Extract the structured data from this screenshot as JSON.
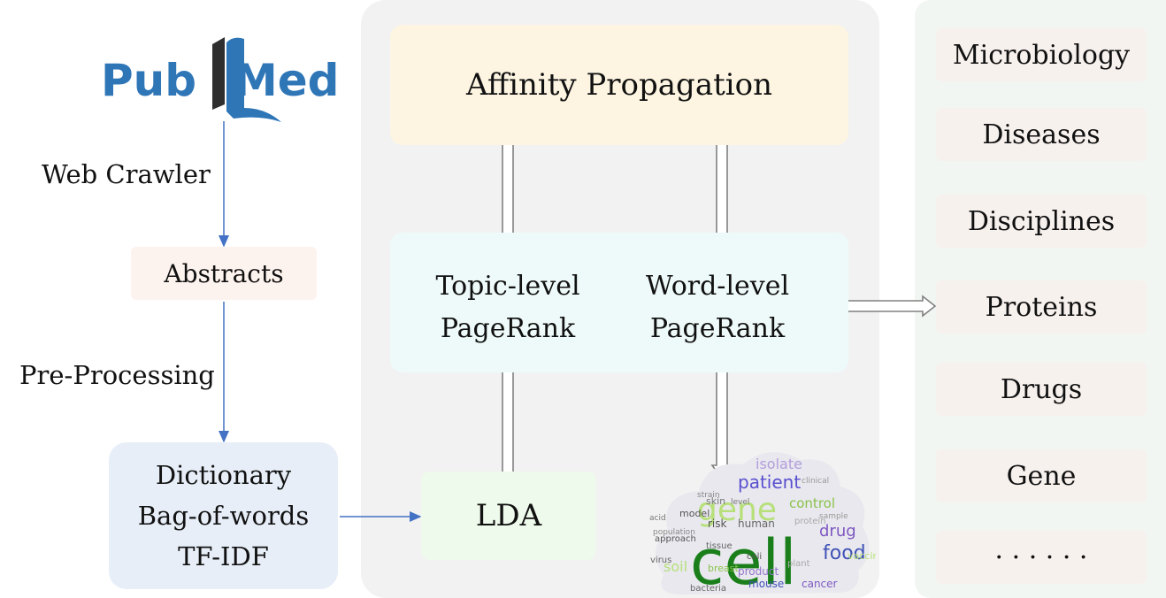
{
  "logo": {
    "text_left": "Pub",
    "text_right": "Med",
    "color": "#2f76b7"
  },
  "pipeline": {
    "step1_label": "Web Crawler",
    "abstracts": "Abstracts",
    "step2_label": "Pre-Processing",
    "dictionary_lines": [
      "Dictionary",
      "Bag-of-words",
      "TF-IDF"
    ]
  },
  "model": {
    "affinity": "Affinity Propagation",
    "topic_pagerank_lines": [
      "Topic-level",
      "PageRank"
    ],
    "word_pagerank_lines": [
      "Word-level",
      "PageRank"
    ],
    "lda": "LDA"
  },
  "categories": [
    "Microbiology",
    "Diseases",
    "Disciplines",
    "Proteins",
    "Drugs",
    "Gene",
    "· · · · · ·"
  ],
  "wordcloud": {
    "words": [
      "cell",
      "gene",
      "patient",
      "isolate",
      "control",
      "drug",
      "food",
      "human",
      "risk",
      "mouse",
      "cancer",
      "bacteria",
      "coli",
      "breast",
      "product",
      "virus",
      "soil",
      "tissue",
      "approach",
      "population",
      "model",
      "skin",
      "acid",
      "strain",
      "level",
      "clinical",
      "vaccine",
      "plant",
      "protein",
      "sample"
    ]
  },
  "colors": {
    "arrow_blue": "#4472c4",
    "hollow_arrow": "#808080"
  }
}
